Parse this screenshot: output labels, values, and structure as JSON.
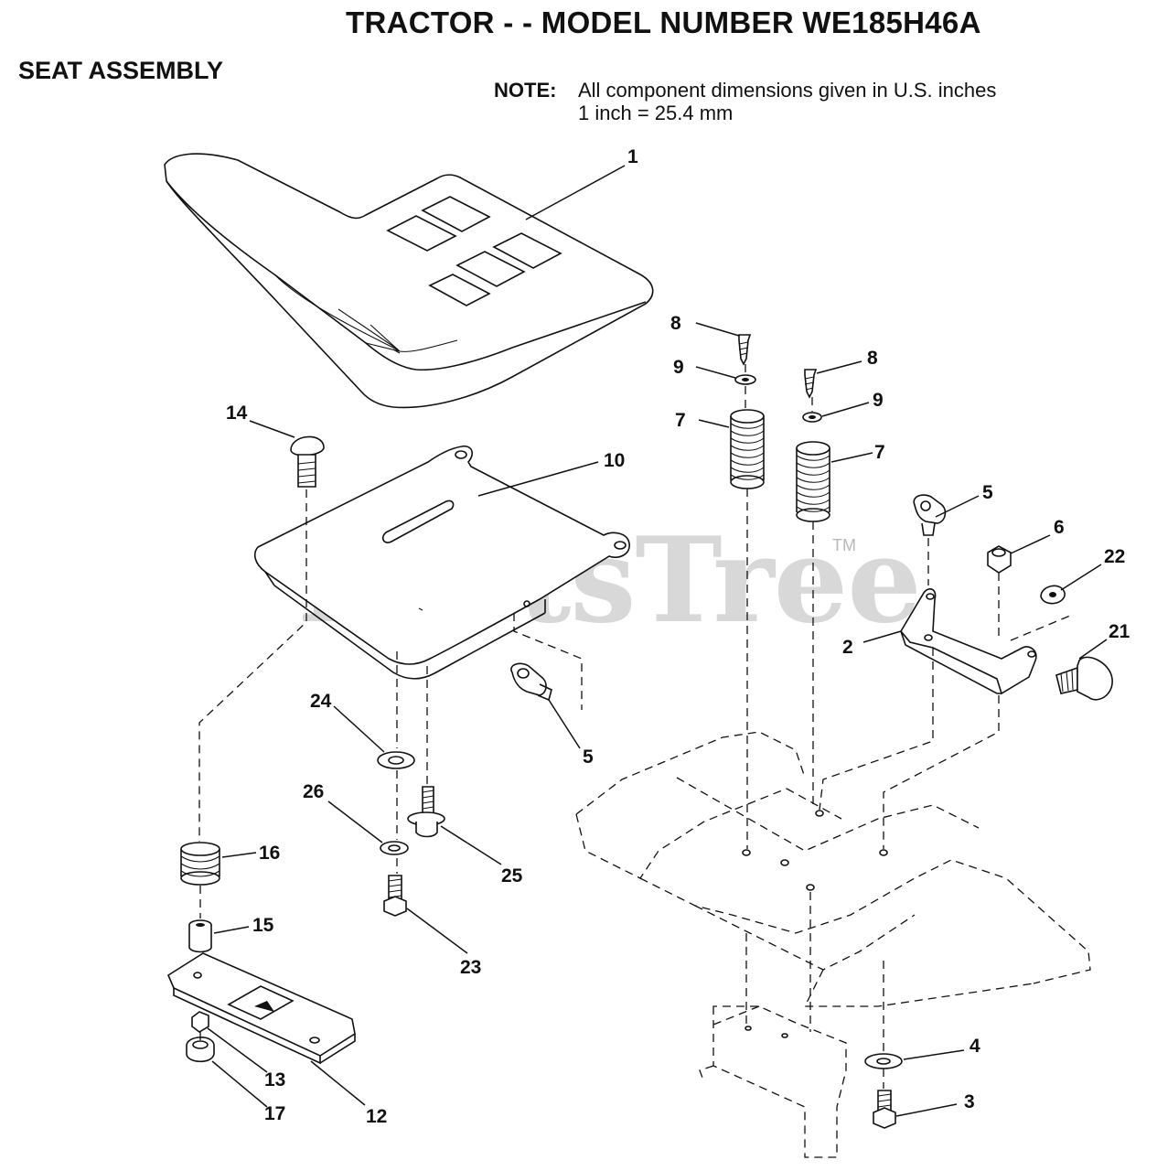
{
  "title": "TRACTOR - - MODEL NUMBER WE185H46A",
  "section_title": "SEAT ASSEMBLY",
  "note": {
    "label": "NOTE:",
    "line1": "All component dimensions given in U.S. inches",
    "line2": "1 inch = 25.4 mm"
  },
  "watermark": {
    "text": "PartsTree",
    "tm": "TM"
  },
  "callouts": {
    "c1": "1",
    "c2": "2",
    "c3": "3",
    "c4": "4",
    "c5a": "5",
    "c5b": "5",
    "c6": "6",
    "c7a": "7",
    "c7b": "7",
    "c8a": "8",
    "c8b": "8",
    "c9a": "9",
    "c9b": "9",
    "c10": "10",
    "c12": "12",
    "c13": "13",
    "c14": "14",
    "c15": "15",
    "c16": "16",
    "c17": "17",
    "c21": "21",
    "c22": "22",
    "c23": "23",
    "c24": "24",
    "c25": "25",
    "c26": "26"
  }
}
